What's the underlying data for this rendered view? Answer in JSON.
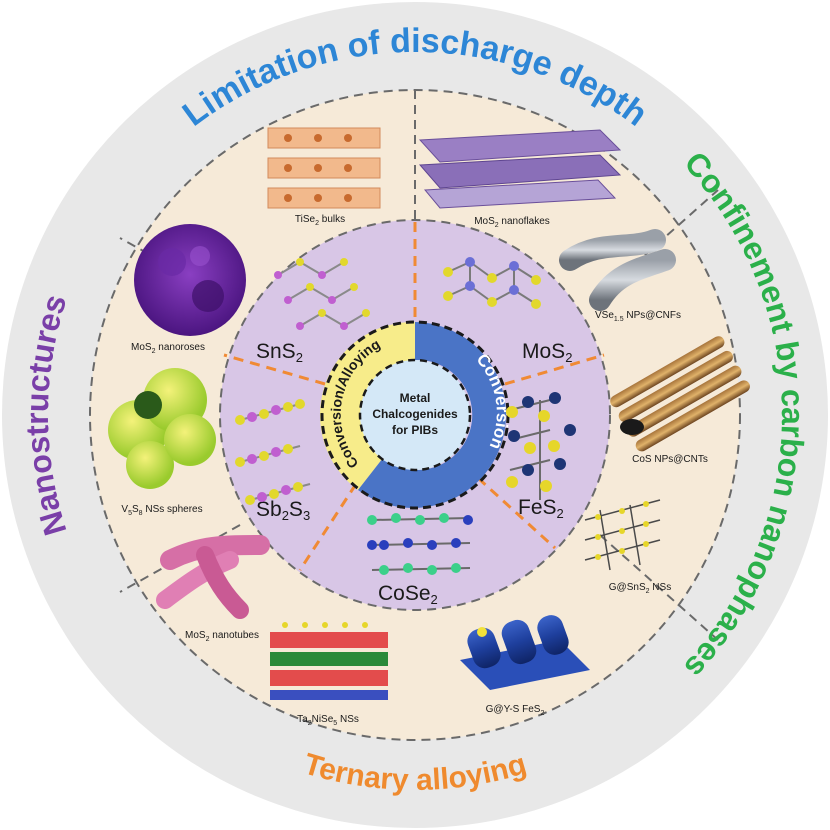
{
  "outer_labels": {
    "top": "Limitation of discharge depth",
    "right": "Confinement by carbon nanophases",
    "left": "Nanostructures",
    "bottom": "Ternary alloying"
  },
  "center": {
    "line1": "Metal",
    "line2": "Chalcogenides",
    "line3": "for PIBs"
  },
  "mechanisms": {
    "conversion": "Conversion",
    "alloying": "Conversion/Alloying"
  },
  "compounds": {
    "sns2": {
      "base": "SnS",
      "sub": "2"
    },
    "mos2": {
      "base": "MoS",
      "sub": "2"
    },
    "fes2": {
      "base": "FeS",
      "sub": "2"
    },
    "cose2": {
      "base": "CoSe",
      "sub": "2"
    },
    "sb2s3": {
      "p1": "Sb",
      "s1": "2",
      "p2": "S",
      "s2": "3"
    }
  },
  "examples": {
    "tise2": {
      "base": "TiSe",
      "sub": "2",
      "rest": " bulks"
    },
    "mos2_flakes": {
      "base": "MoS",
      "sub": "2",
      "rest": " nanoflakes"
    },
    "vse": {
      "base": "VSe",
      "sub": "1.5",
      "rest": " NPs@CNFs"
    },
    "mos2_roses": {
      "base": "MoS",
      "sub": "2",
      "rest": " nanoroses"
    },
    "cos": {
      "text": "CoS NPs@CNTs"
    },
    "v5s8": {
      "p1": "V",
      "s1": "5",
      "p2": "S",
      "s2": "8",
      "rest": " NSs spheres"
    },
    "gsns2": {
      "base": "G@SnS",
      "sub": "2",
      "rest": " NSs"
    },
    "mos2_tubes": {
      "base": "MoS",
      "sub": "2",
      "rest": " nanotubes"
    },
    "ta2nise5": {
      "p1": "Ta",
      "s1": "2",
      "p2": "NiSe",
      "s2": "5",
      "rest": " NSs"
    },
    "gys": {
      "base": "G@Y-S FeS",
      "sub": "2"
    }
  },
  "colors": {
    "outer_ring": "#e8e8e8",
    "beige_ring": "#f6ead8",
    "purple_disc": "#d8c6e6",
    "conversion_ring": "#4a74c6",
    "alloying_ring": "#f7ec8a",
    "center_disc": "#d4e8f7",
    "label_top": "#2d86d6",
    "label_right": "#2bb04a",
    "label_left": "#7a3fa8",
    "label_bottom": "#ef8a2e"
  }
}
